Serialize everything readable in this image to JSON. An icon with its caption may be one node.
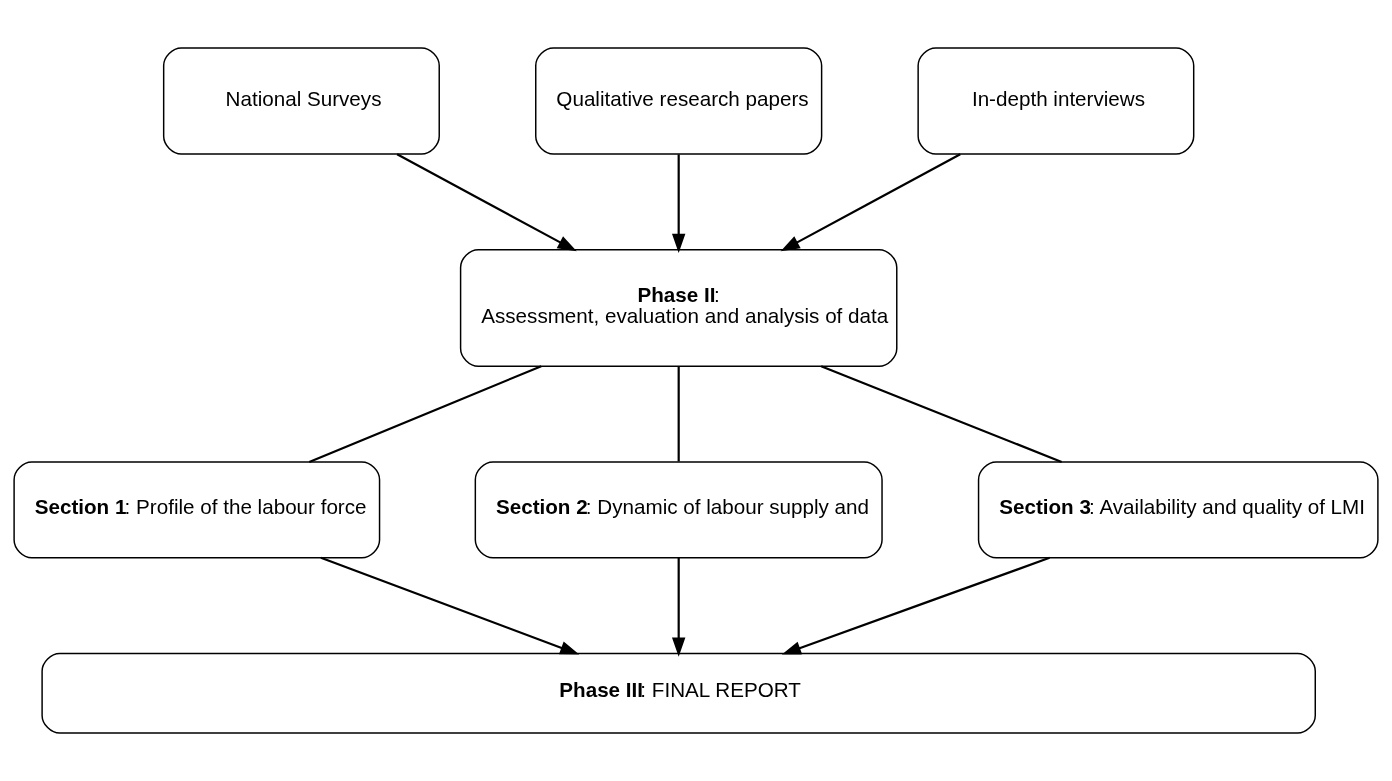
{
  "diagram": {
    "nodes": [
      {
        "text": [
          "National Surveys"
        ]
      },
      {
        "text": [
          "Qualitative research papers"
        ]
      },
      {
        "text": [
          "In-depth interviews"
        ]
      },
      {
        "text": [
          "**Phase II**:",
          "Assessment, evaluation and analysis of data"
        ]
      },
      {
        "text": [
          "**Section 1**: Profile of the labour force"
        ]
      },
      {
        "text": [
          "**Section 2**: Dynamic of labour supply and"
        ]
      },
      {
        "text": [
          "**Section 3**: Availability and quality of LMI"
        ]
      },
      {
        "text": [
          "**Phase III**: FINAL REPORT"
        ]
      }
    ],
    "edges": [
      {
        "from": 0,
        "to": 3,
        "arrow": "to"
      },
      {
        "from": 1,
        "to": 3,
        "arrow": "to"
      },
      {
        "from": 2,
        "to": 3,
        "arrow": "to"
      },
      {
        "from": 3,
        "to": 4,
        "arrow": "none"
      },
      {
        "from": 3,
        "to": 5,
        "arrow": "none"
      },
      {
        "from": 3,
        "to": 6,
        "arrow": "none"
      },
      {
        "from": 4,
        "to": 7,
        "arrow": "to"
      },
      {
        "from": 5,
        "to": 7,
        "arrow": "to"
      },
      {
        "from": 6,
        "to": 7,
        "arrow": "to"
      }
    ]
  }
}
